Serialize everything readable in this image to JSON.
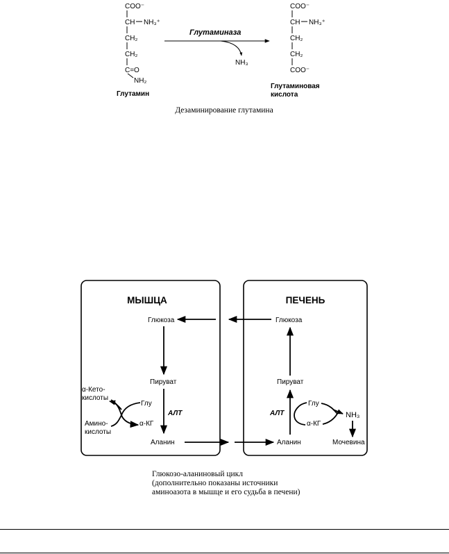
{
  "figure1": {
    "glutamine": {
      "coo": "COO⁻",
      "ch": "CH",
      "nh3": "NH₃⁺",
      "ch2_a": "CH₂",
      "ch2_b": "CH₂",
      "co": "C=O",
      "nh2": "NH₂",
      "name": "Глутамин"
    },
    "enzyme": "Глутаминаза",
    "product_nh3": "NH₃",
    "glutamic_acid": {
      "coo": "COO⁻",
      "ch": "CH",
      "nh3": "NH₃⁺",
      "ch2_a": "CH₂",
      "ch2_b": "CH₂",
      "coo_bottom": "COO⁻",
      "name_line1": "Глутаминовая",
      "name_line2": "кислота"
    },
    "caption": "Дезаминирование глутамина"
  },
  "figure2": {
    "muscle": {
      "title": "МЫШЦА",
      "glucose": "Глюкоза",
      "pyruvate": "Пируват",
      "alanine": "Аланин",
      "keto_acids_line1": "α-Кето-",
      "keto_acids_line2": "кислоты",
      "amino_acids_line1": "Амино-",
      "amino_acids_line2": "кислоты",
      "glu": "Глу",
      "akg": "α-КГ",
      "enzyme": "АЛТ"
    },
    "liver": {
      "title": "ПЕЧЕНЬ",
      "glucose": "Глюкоза",
      "pyruvate": "Пируват",
      "alanine": "Аланин",
      "glu": "Глу",
      "akg": "α-КГ",
      "enzyme": "АЛТ",
      "nh3": "NH₃",
      "urea": "Мочевина"
    },
    "caption_line1": "Глюкозо-аланиновый цикл",
    "caption_line2": "(дополнительно показаны источники",
    "caption_line3": "аминоазота в мышце и его судьба в печени)"
  }
}
